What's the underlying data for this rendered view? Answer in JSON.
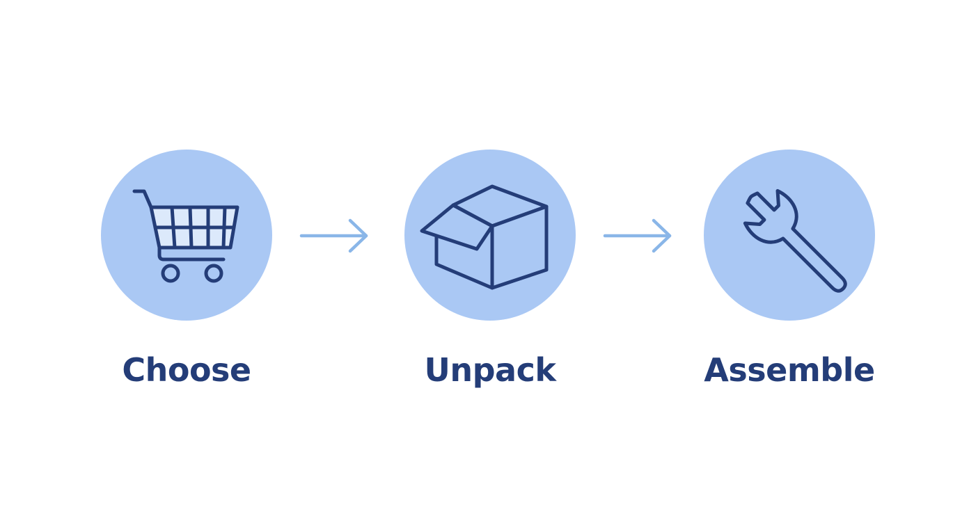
{
  "colors": {
    "circle_fill": "#aac8f4",
    "icon_stroke": "#243d78",
    "icon_fill_light": "#dce9fb",
    "label": "#243d78",
    "arrow": "#8ab6e8",
    "background": "#ffffff"
  },
  "steps": [
    {
      "label": "Choose",
      "icon": "shopping-cart-icon"
    },
    {
      "label": "Unpack",
      "icon": "open-box-icon"
    },
    {
      "label": "Assemble",
      "icon": "wrench-icon"
    }
  ],
  "arrows": [
    {
      "icon": "arrow-right-icon"
    },
    {
      "icon": "arrow-right-icon"
    }
  ]
}
